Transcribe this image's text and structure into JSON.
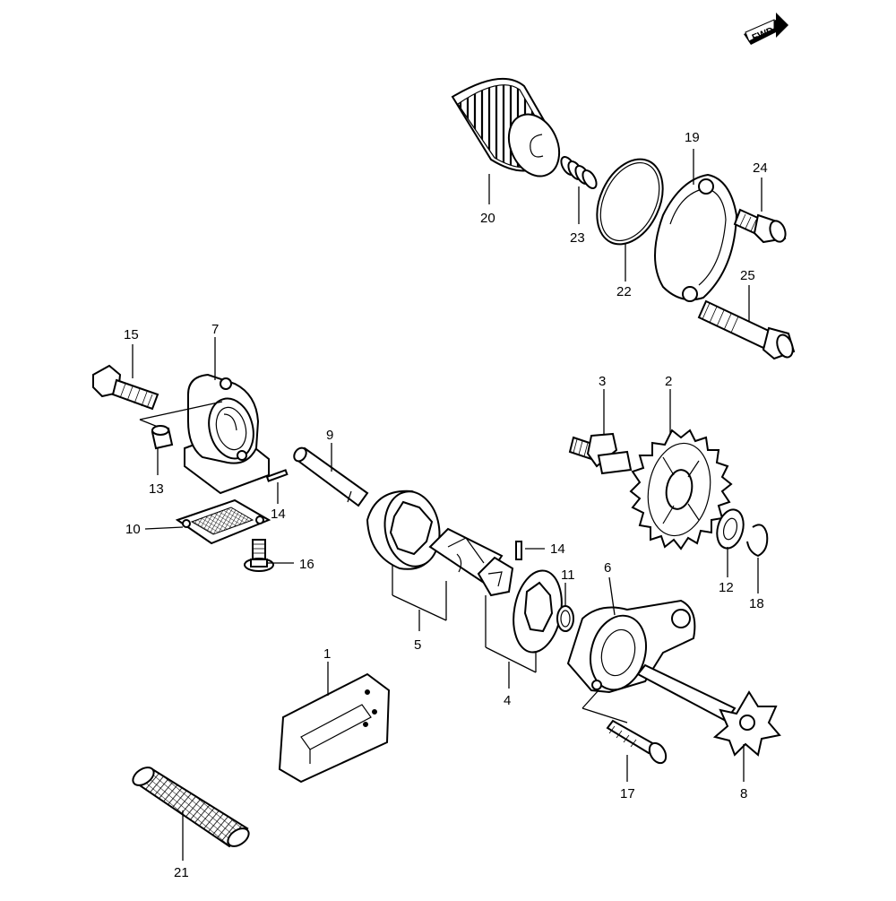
{
  "direction_badge": "FWD",
  "callouts": {
    "c1": "1",
    "c2": "2",
    "c3": "3",
    "c4": "4",
    "c5": "5",
    "c6": "6",
    "c7": "7",
    "c8": "8",
    "c9": "9",
    "c10": "10",
    "c11": "11",
    "c12": "12",
    "c13": "13",
    "c14a": "14",
    "c14b": "14",
    "c15": "15",
    "c16": "16",
    "c17": "17",
    "c18": "18",
    "c19": "19",
    "c20": "20",
    "c21": "21",
    "c22": "22",
    "c23": "23",
    "c24": "24",
    "c25": "25"
  }
}
